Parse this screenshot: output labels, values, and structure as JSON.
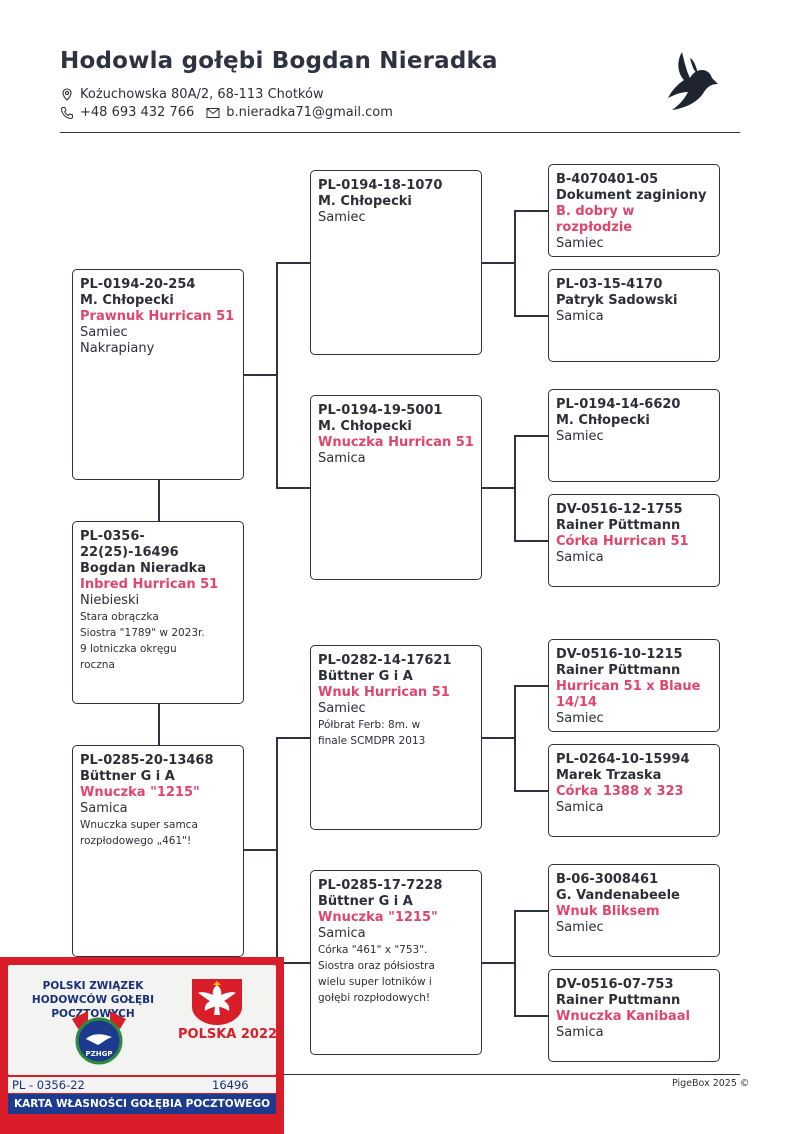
{
  "header": {
    "title": "Hodowla gołębi Bogdan Nieradka",
    "address": "Kożuchowska 80A/2, 68-113 Chotków",
    "phone": "+48 693 432 766",
    "email": "b.nieradka71@gmail.com"
  },
  "pedigree": {
    "subject": {
      "ring": "PL-0356-22(25)-16496",
      "owner": "Bogdan Nieradka",
      "name": "Inbred Hurrican 51",
      "color": "Niebieski",
      "notes": [
        "Stara obrączka",
        "Siostra \"1789\" w 2023r.",
        "9 lotniczka okręgu",
        "roczna"
      ]
    },
    "sire": {
      "ring": "PL-0194-20-254",
      "owner": "M. Chłopecki",
      "name": "Prawnuk Hurrican 51",
      "sex": "Samiec",
      "color": "Nakrapiany"
    },
    "dam": {
      "ring": "PL-0285-20-13468",
      "owner": "Büttner G i A",
      "name": "Wnuczka \"1215\"",
      "sex": "Samica",
      "notes": [
        "Wnuczka super samca",
        "rozpłodowego „461\"!"
      ]
    },
    "ss": {
      "ring": "PL-0194-18-1070",
      "owner": "M. Chłopecki",
      "sex": "Samiec"
    },
    "sd": {
      "ring": "PL-0194-19-5001",
      "owner": "M. Chłopecki",
      "name": "Wnuczka Hurrican 51",
      "sex": "Samica"
    },
    "ds": {
      "ring": "PL-0282-14-17621",
      "owner": "Büttner G i A",
      "name": "Wnuk Hurrican 51",
      "sex": "Samiec",
      "notes": [
        "Półbrat Ferb: 8m. w",
        "finale SCMDPR 2013"
      ]
    },
    "dd": {
      "ring": "PL-0285-17-7228",
      "owner": "Büttner G i A",
      "name": "Wnuczka \"1215\"",
      "sex": "Samica",
      "notes": [
        "Córka \"461\" x \"753\".",
        "Siostra oraz półsiostra",
        "wielu super lotników i",
        "gołębi rozpłodowych!"
      ]
    },
    "sss": {
      "ring": "B-4070401-05",
      "owner": "Dokument zaginiony",
      "name": "B. dobry w rozpłodzie",
      "sex": "Samiec"
    },
    "ssd": {
      "ring": "PL-03-15-4170",
      "owner": "Patryk Sadowski",
      "sex": "Samica"
    },
    "sds": {
      "ring": "PL-0194-14-6620",
      "owner": "M. Chłopecki",
      "sex": "Samiec"
    },
    "sdd": {
      "ring": "DV-0516-12-1755",
      "owner": "Rainer Püttmann",
      "name": "Córka Hurrican 51",
      "sex": "Samica"
    },
    "dss": {
      "ring": "DV-0516-10-1215",
      "owner": "Rainer Püttmann",
      "name": "Hurrican 51 x Blaue 14/14",
      "sex": "Samiec"
    },
    "dsd": {
      "ring": "PL-0264-10-15994",
      "owner": "Marek Trzaska",
      "name": "Córka 1388 x 323",
      "sex": "Samica"
    },
    "dds": {
      "ring": "B-06-3008461",
      "owner": "G. Vandenabeele",
      "name": "Wnuk Bliksem",
      "sex": "Samiec"
    },
    "ddd": {
      "ring": "DV-0516-07-753",
      "owner": "Rainer Puttmann",
      "name": "Wnuczka Kanibaal",
      "sex": "Samica"
    }
  },
  "ownership_card": {
    "organization": "POLSKI ZWIĄZEK HODOWCÓW GOŁĘBI POCZTOWYCH",
    "logo_text": "PZHGP",
    "year_label": "POLSKA 2022",
    "ring_prefix": "PL - 0356-22",
    "ring_number": "16496",
    "caption": "KARTA WŁASNOŚCI GOŁĘBIA POCZTOWEGO"
  },
  "footer": {
    "credit": "PigeBox 2025 ©"
  },
  "colors": {
    "accent": "#e0456c",
    "text": "#2b2f36",
    "line": "#2d3340",
    "card_red": "#d91e2a",
    "card_blue": "#1c3b8f"
  }
}
